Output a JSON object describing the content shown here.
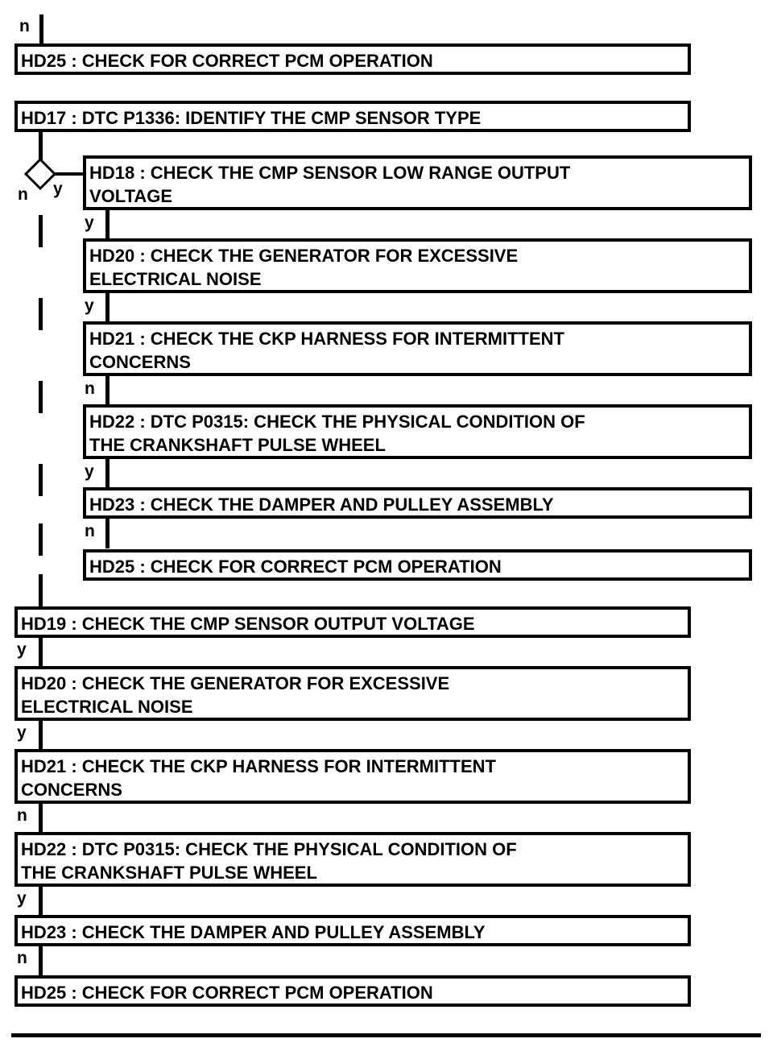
{
  "diagram": {
    "type": "flowchart",
    "title": "Diagnostic trouble-tree continuation (CKP/CMP sensor diagnostics)",
    "nodes": [
      {
        "id": "n1",
        "label": "HD25 : CHECK FOR CORRECT PCM OPERATION"
      },
      {
        "id": "n2",
        "label": "HD17 : DTC P1336: IDENTIFY THE CMP SENSOR TYPE"
      },
      {
        "id": "n3",
        "label": "HD18 : CHECK THE CMP SENSOR LOW RANGE OUTPUT\nVOLTAGE"
      },
      {
        "id": "n4",
        "label": "HD20 : CHECK THE GENERATOR FOR EXCESSIVE\nELECTRICAL NOISE"
      },
      {
        "id": "n5",
        "label": "HD21 : CHECK THE CKP HARNESS FOR INTERMITTENT\nCONCERNS"
      },
      {
        "id": "n6",
        "label": "HD22 : DTC P0315: CHECK THE PHYSICAL CONDITION OF\nTHE CRANKSHAFT PULSE WHEEL"
      },
      {
        "id": "n7",
        "label": "HD23 : CHECK THE DAMPER AND PULLEY ASSEMBLY"
      },
      {
        "id": "n8",
        "label": "HD25 : CHECK FOR CORRECT PCM OPERATION"
      },
      {
        "id": "n9",
        "label": "HD19 : CHECK THE CMP SENSOR OUTPUT VOLTAGE"
      },
      {
        "id": "n10",
        "label": "HD20 : CHECK THE GENERATOR FOR EXCESSIVE\nELECTRICAL NOISE"
      },
      {
        "id": "n11",
        "label": "HD21 : CHECK THE CKP HARNESS FOR INTERMITTENT\nCONCERNS"
      },
      {
        "id": "n12",
        "label": "HD22 : DTC P0315: CHECK THE PHYSICAL CONDITION OF\nTHE CRANKSHAFT PULSE WHEEL"
      },
      {
        "id": "n13",
        "label": "HD23 : CHECK THE DAMPER AND PULLEY ASSEMBLY"
      },
      {
        "id": "n14",
        "label": "HD25 : CHECK FOR CORRECT PCM OPERATION"
      }
    ],
    "branch_labels": {
      "top_incoming": "n",
      "decision_no": "n",
      "decision_yes": "y",
      "b_hd18_hd20": "y",
      "b_hd20_hd21": "y",
      "b_hd21_hd22": "n",
      "b_hd22_hd23": "y",
      "b_hd23_hd25": "n",
      "b_hd19_hd20": "y",
      "b_hd20b_hd21": "y",
      "b_hd21b_hd22": "n",
      "b_hd22b_hd23": "y",
      "b_hd23b_hd25": "n"
    },
    "shapes": {
      "decision_node": "diamond",
      "process_node": "rectangle"
    },
    "colors": {
      "stroke": "#000000",
      "fill": "#ffffff",
      "text": "#000000"
    }
  }
}
